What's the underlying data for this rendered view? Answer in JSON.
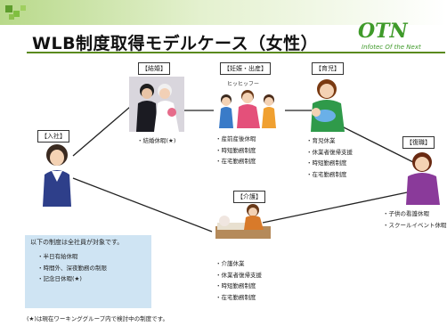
{
  "header": {
    "title": "WLB制度取得モデルケース（女性）",
    "logo_main": "OTN",
    "logo_sub": "Infotec Of the Next"
  },
  "stages": {
    "entry": {
      "label": "【入社】",
      "items": []
    },
    "marriage": {
      "label": "【結婚】",
      "items": [
        "結婚休暇(★)"
      ]
    },
    "pregnancy": {
      "label": "【妊娠・出産】",
      "items": [
        "産前産後休暇",
        "時短勤務制度",
        "在宅勤務制度"
      ],
      "speech": "ヒッヒッフー"
    },
    "childcare": {
      "label": "【育児】",
      "items": [
        "育児休業",
        "休業者復帰支援",
        "時短勤務制度",
        "在宅勤務制度"
      ]
    },
    "return": {
      "label": "【復職】",
      "items": [
        "子供の看護休暇",
        "スクールイベント休暇(★)"
      ]
    },
    "nursing": {
      "label": "【介護】",
      "items": [
        "介護休業",
        "休業者復帰支援",
        "時短勤務制度",
        "在宅勤務制度"
      ]
    }
  },
  "note": {
    "header": "以下の制度は全社員が対象です。",
    "items": [
      "半日有給休暇",
      "時間外、深夜勤務の制限",
      "記念日休暇(★)"
    ]
  },
  "footnote": "(★)は現在ワーキンググループ内で検討中の制度です。",
  "colors": {
    "header_green": "#b8d98a",
    "rule_green": "#5a8a1e",
    "logo_green": "#3f9a2a",
    "note_blue": "#cfe4f3"
  }
}
